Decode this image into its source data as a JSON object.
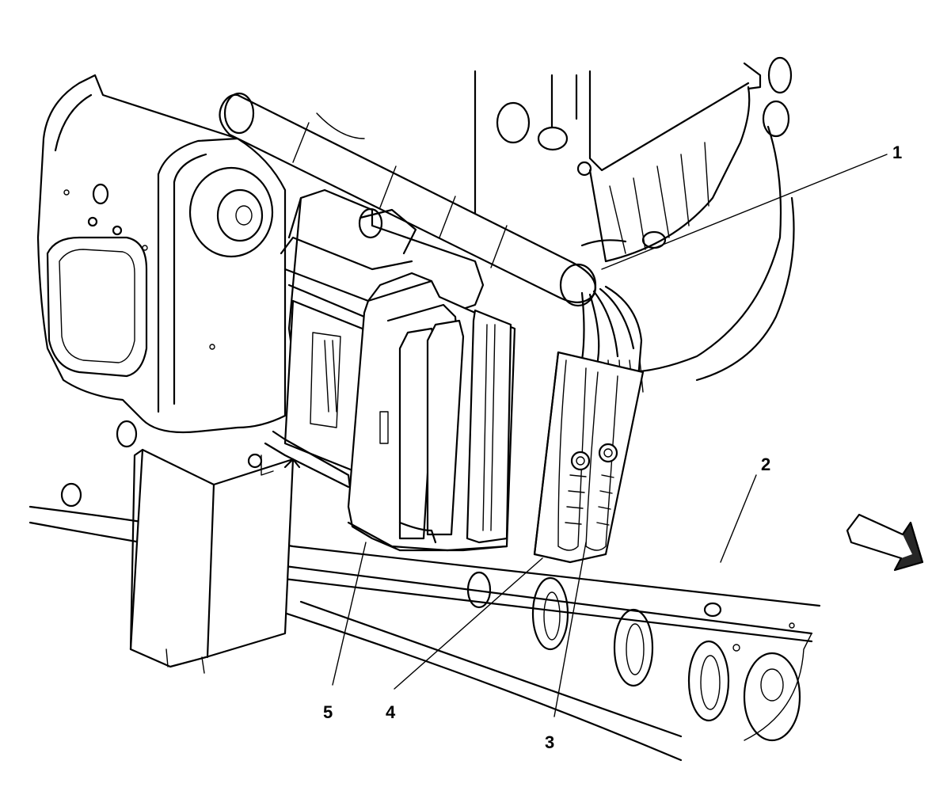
{
  "callouts": [
    {
      "id": "1",
      "label": "1"
    },
    {
      "id": "2",
      "label": "2"
    },
    {
      "id": "3",
      "label": "3"
    },
    {
      "id": "4",
      "label": "4"
    },
    {
      "id": "5",
      "label": "5"
    }
  ],
  "icons": {
    "view_arrow": "front-view-arrow-icon"
  }
}
